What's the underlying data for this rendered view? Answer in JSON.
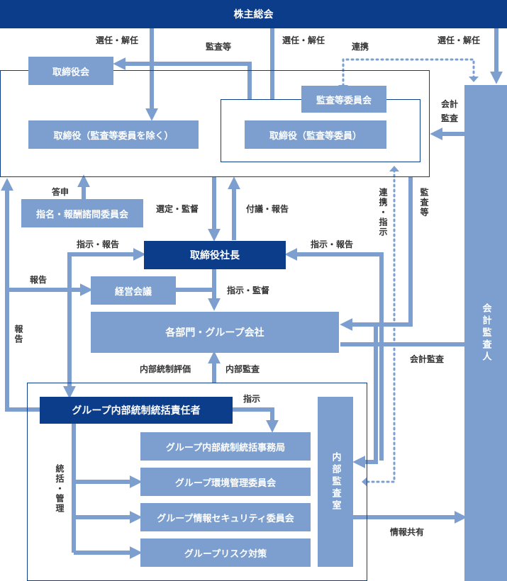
{
  "nodes": {
    "shareholders": "株主総会",
    "board": "取締役会",
    "directors_non_audit": "取締役（監査等委員を除く）",
    "audit_committee": "監査等委員会",
    "directors_audit": "取締役（監査等委員）",
    "nomination_committee": "指名・報酬諮問委員会",
    "president": "取締役社長",
    "management_council": "経営会議",
    "departments": "各部門・グループ会社",
    "ic_officer": "グループ内部統制統括責任者",
    "ic_office": "グループ内部統制統括事務局",
    "env_committee": "グループ環境管理委員会",
    "security_committee": "グループ情報セキュリティ委員会",
    "risk": "グループリスク対策",
    "internal_audit": "内部監査室",
    "accounting_auditor": "会計監査人"
  },
  "labels": {
    "appoint_dismiss_1": "選任・解任",
    "audit_etc_top": "監査等",
    "appoint_dismiss_2": "選任・解任",
    "coordination": "連携",
    "appoint_dismiss_3": "選任・解任",
    "accounting_audit_right": "会計監査",
    "answer": "答申",
    "select_supervise": "選定・監督",
    "submit_report": "付議・報告",
    "coordination_instruction": "連携・指示",
    "audit_etc_side": "監査等",
    "instruct_report_left": "指示・報告",
    "instruct_report_right": "指示・報告",
    "report_left": "報告",
    "instruct_supervise": "指示・監督",
    "report_vertical": "報告",
    "accounting_audit_mid": "会計監査",
    "internal_control_eval": "内部統制評価",
    "internal_audit_label": "内部監査",
    "instruct": "指示",
    "integrate_manage": "統括・管理",
    "info_sharing": "情報共有"
  },
  "colors": {
    "light": "#7c9fcf",
    "dark": "#0c3d8b",
    "arrow": "#7c9fcf"
  }
}
